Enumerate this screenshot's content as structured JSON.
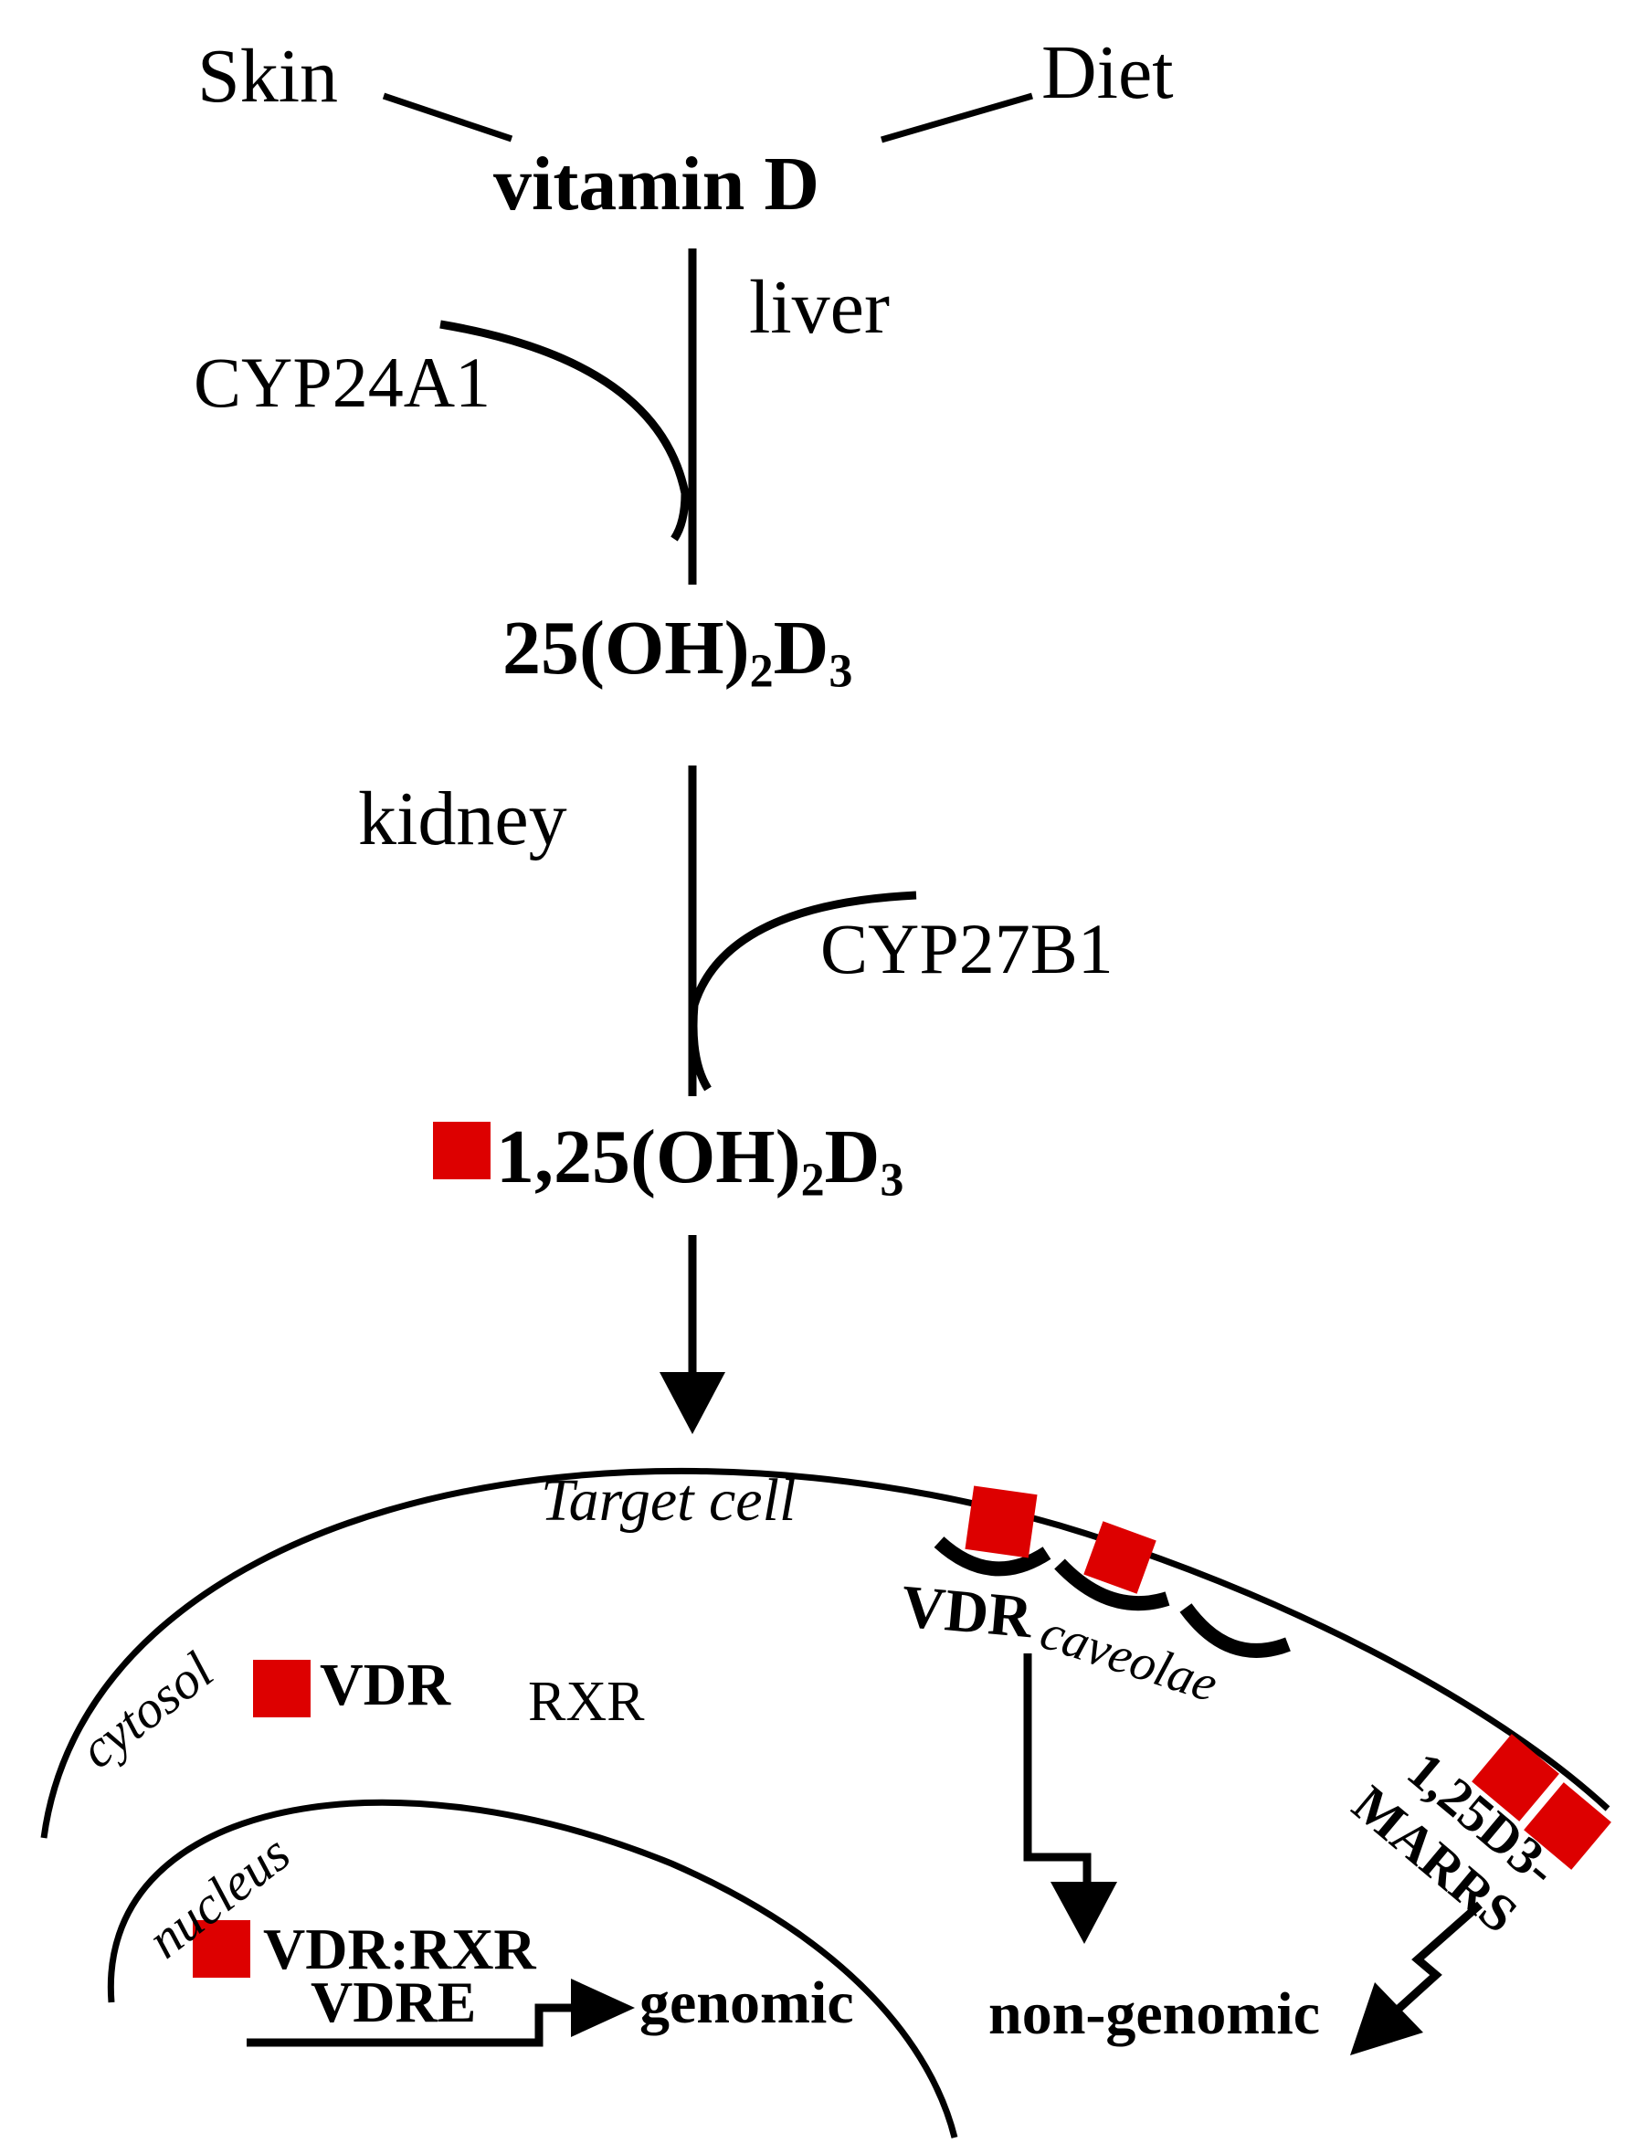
{
  "labels": {
    "skin": "Skin",
    "diet": "Diet",
    "vitamin_d": "vitamin D",
    "liver": "liver",
    "cyp24a1": "CYP24A1",
    "kidney": "kidney",
    "cyp27b1": "CYP27B1",
    "target_cell": "Target cell",
    "cytosol": "cytosol",
    "nucleus": "nucleus",
    "vdr_cytosol": "VDR",
    "rxr": "RXR",
    "vdr_membrane": "VDR",
    "caveolae": "caveolae",
    "vdr_rxr": "VDR:RXR",
    "vdre": "VDRE",
    "genomic": "genomic",
    "non_genomic": "non-genomic",
    "marrs_line1": "1,25D3-",
    "marrs_line2": "MARRS"
  },
  "metabolites": {
    "m25": {
      "main": "25(OH)",
      "sub1": "2",
      "mid": "D",
      "sub2": "3"
    },
    "m125": {
      "main": "1,25(OH)",
      "sub1": "2",
      "mid": "D",
      "sub2": "3"
    }
  },
  "colors": {
    "ligand": "#dd0000",
    "line": "#000000",
    "background": "#ffffff"
  },
  "icons": {
    "ligand": "red-square",
    "receptor": "cup-shaped-receptor"
  }
}
